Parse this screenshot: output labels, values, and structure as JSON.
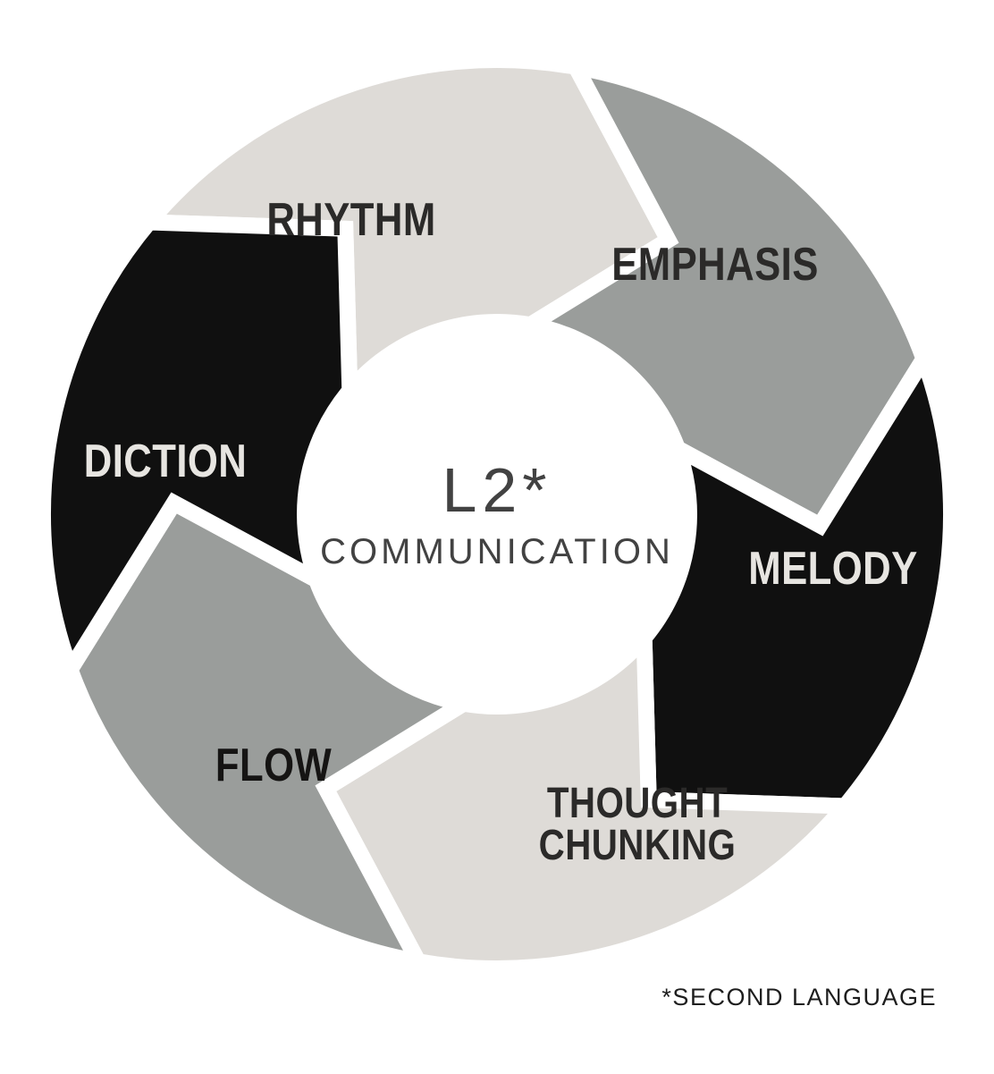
{
  "diagram": {
    "title": "L2* COMMUNICATION cycle",
    "center": {
      "line1": "L2*",
      "line2": "COMMUNICATION"
    },
    "footnote": "*SECOND LANGUAGE",
    "colors": {
      "background": "#ffffff",
      "light_segment": "#dedbd7",
      "gray_segment": "#9a9d9b",
      "black_segment": "#101010",
      "dark_text": "#2b2a29",
      "light_text": "#e7e5e1",
      "center_text": "#424242"
    },
    "segments": [
      {
        "id": "rhythm",
        "label": "RHYTHM",
        "color": "#dedbd7",
        "text_color": "#2b2a29"
      },
      {
        "id": "emphasis",
        "label": "EMPHASIS",
        "color": "#9a9d9b",
        "text_color": "#2b2a29"
      },
      {
        "id": "melody",
        "label": "MELODY",
        "color": "#101010",
        "text_color": "#e7e5e1"
      },
      {
        "id": "thought-chunking",
        "label": "THOUGHT CHUNKING",
        "color": "#dedbd7",
        "text_color": "#2b2a29"
      },
      {
        "id": "flow",
        "label": "FLOW",
        "color": "#9a9d9b",
        "text_color": "#151413"
      },
      {
        "id": "diction",
        "label": "DICTION",
        "color": "#101010",
        "text_color": "#e7e5e1"
      }
    ]
  }
}
